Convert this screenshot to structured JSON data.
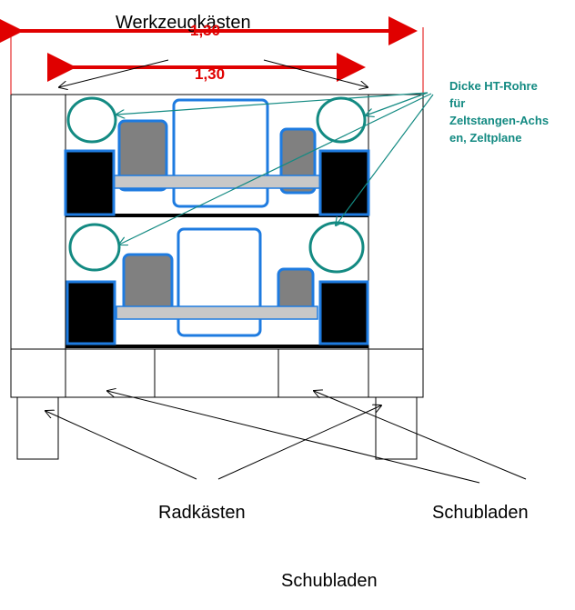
{
  "labels": {
    "werkzeugkaesten": "Werkzeugkästen",
    "outer_width": "1,30",
    "inner_width": "1,30",
    "pipes_note": [
      "Dicke HT-Rohre",
      "für",
      "Zeltstangen-Achs",
      "en, Zeltplane"
    ],
    "radkaesten": "Radkästen",
    "schubladen_right": "Schubladen",
    "schubladen_bottom": "Schubladen"
  },
  "colors": {
    "dimension": "#e00000",
    "pipe": "#138a82",
    "vehicle_outline": "#1e7be0",
    "tyre": "#000000",
    "body_block": "#808080",
    "axle": "#c8c8c8",
    "annotation": "#138a82"
  }
}
